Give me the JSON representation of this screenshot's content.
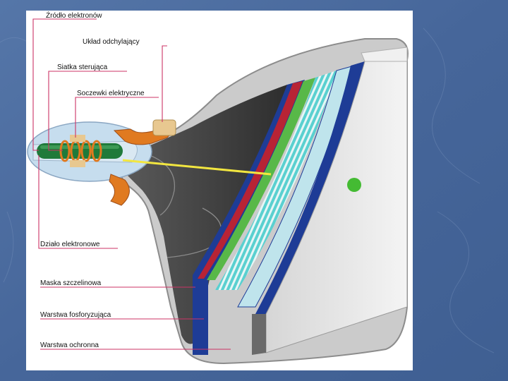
{
  "slide": {
    "background_color": "#4a6a9a",
    "panel_color": "#ffffff"
  },
  "diagram": {
    "labels": {
      "electron_source": "Źródło elektronów",
      "deflection_system": "Układ odchylający",
      "control_grid": "Siatka sterująca",
      "electric_lenses": "Soczewki elektryczne",
      "electron_gun": "Działo elektronowe",
      "shadow_mask": "Maska szczelinowa",
      "phosphor_layer": "Warstwa fosforyzująca",
      "protective_layer": "Warstwa ochronna"
    },
    "colors": {
      "leader_line": "#cc3366",
      "tube_shell": "#c8c8c8",
      "tube_interior": "#3c3c3c",
      "gun_tube": "#1f7a3a",
      "coil": "#e07a20",
      "beam": "#f2e640",
      "mask_blue": "#1e3c96",
      "phosphor_red": "#c8202a",
      "phosphor_green": "#58b848",
      "phosphor_cyan": "#5ad0d0",
      "glass_face": "#e8e8e8",
      "screen_dot": "#44bb33"
    }
  }
}
